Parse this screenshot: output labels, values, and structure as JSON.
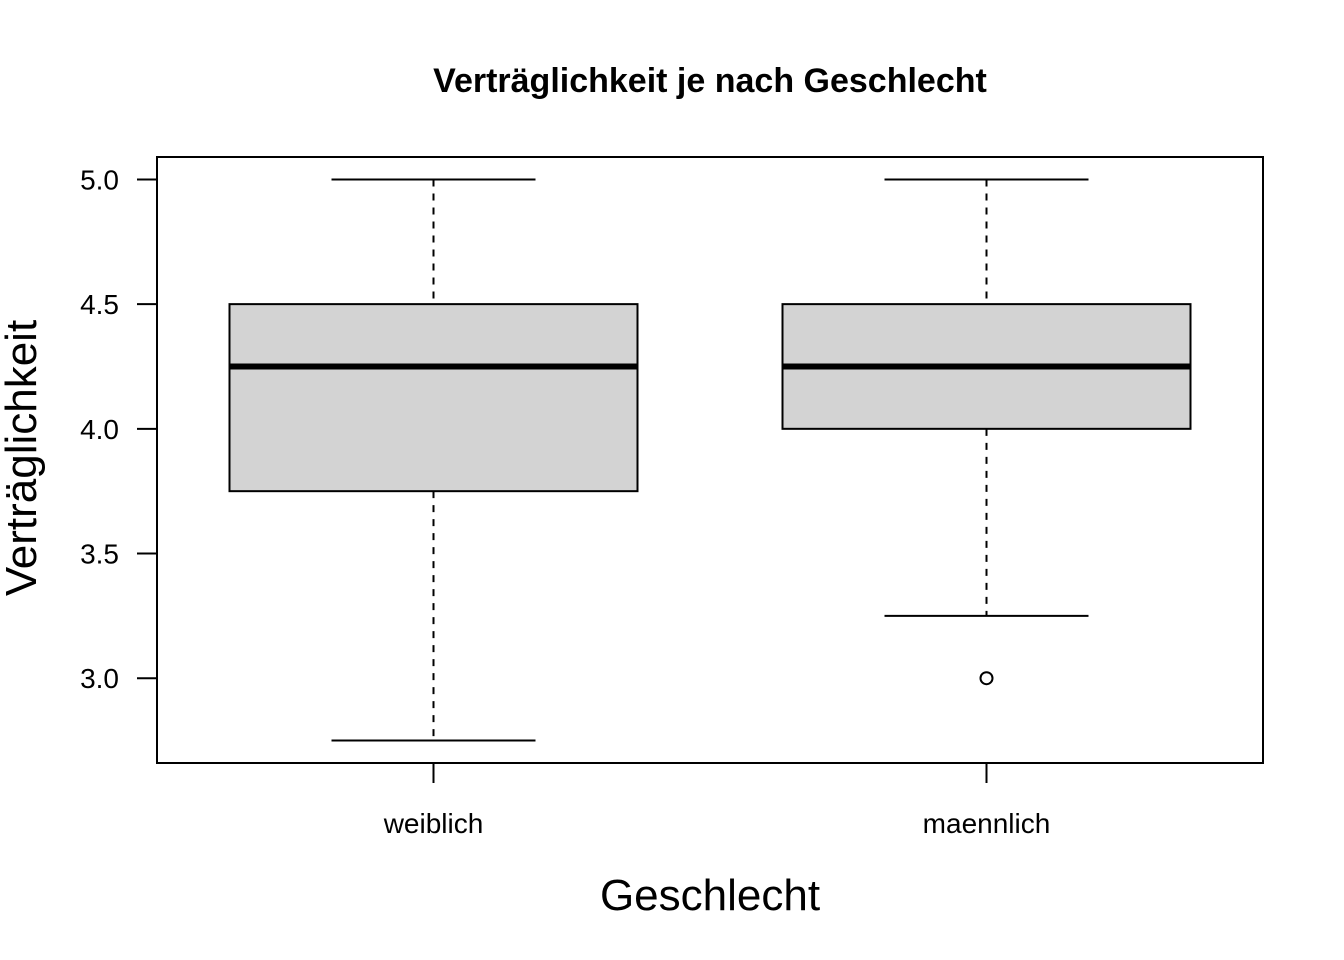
{
  "chart_data": {
    "type": "boxplot",
    "title": "Verträglichkeit je nach Geschlecht",
    "xlabel": "Geschlecht",
    "ylabel": "Verträglichkeit",
    "categories": [
      "weiblich",
      "maennlich"
    ],
    "y_ticks": [
      3.0,
      3.5,
      4.0,
      4.5,
      5.0
    ],
    "y_tick_labels": [
      "3.0",
      "3.5",
      "4.0",
      "4.5",
      "5.0"
    ],
    "ylim": [
      2.66,
      5.09
    ],
    "box_fill": "#d3d3d3",
    "stroke": "#000000",
    "boxes": [
      {
        "category": "weiblich",
        "whisker_low": 2.75,
        "q1": 3.75,
        "median": 4.25,
        "q3": 4.5,
        "whisker_high": 5.0,
        "outliers": []
      },
      {
        "category": "maennlich",
        "whisker_low": 3.25,
        "q1": 4.0,
        "median": 4.25,
        "q3": 4.5,
        "whisker_high": 5.0,
        "outliers": [
          3.0
        ]
      }
    ],
    "grid": false,
    "legend": "none"
  }
}
